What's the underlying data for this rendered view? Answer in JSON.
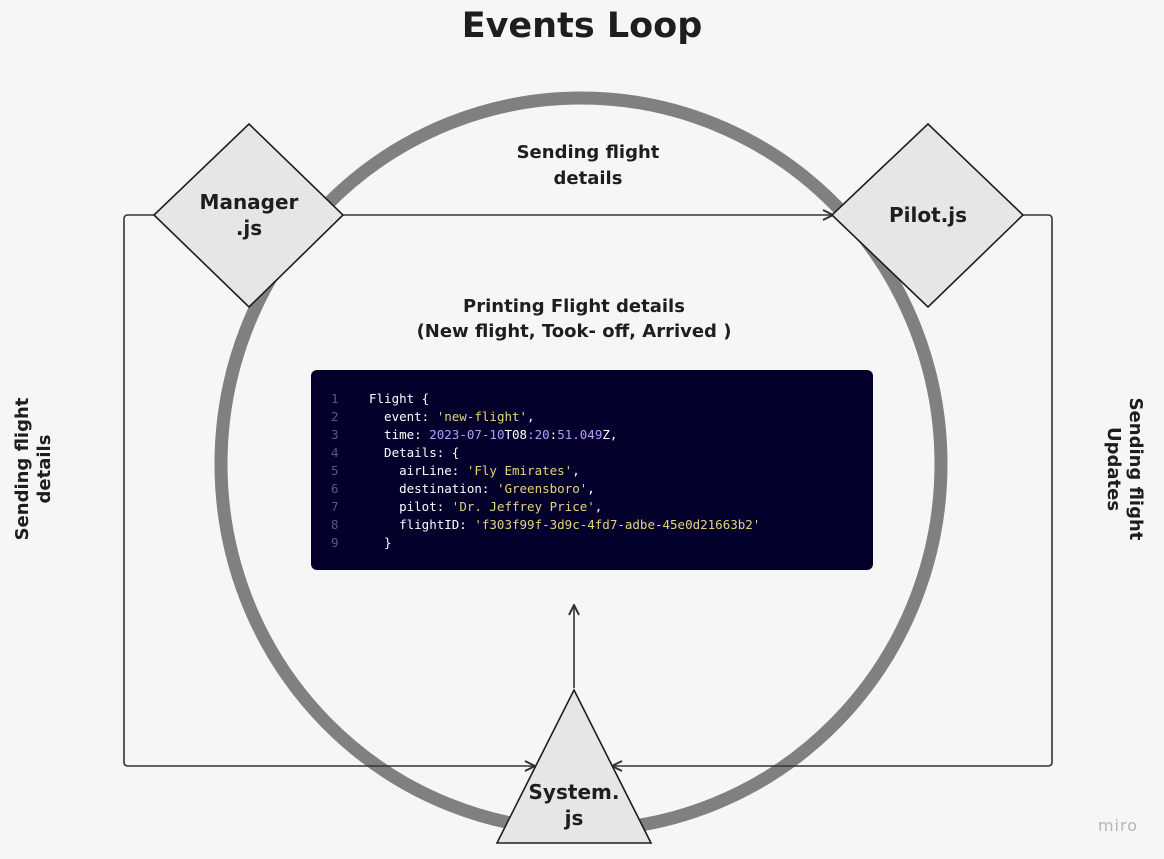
{
  "diagram": {
    "title": "Events Loop",
    "nodes": {
      "manager": {
        "line1": "Manager",
        "line2": ".js"
      },
      "pilot": {
        "line1": "Pilot.js"
      },
      "system": {
        "line1": "System.",
        "line2": "js"
      }
    },
    "edges": {
      "top": {
        "line1": "Sending flight",
        "line2": "details"
      },
      "left": {
        "line1": "Sending flight",
        "line2": "details"
      },
      "right": {
        "line1": "Sending flight",
        "line2": "Updates"
      }
    },
    "center": {
      "line1": "Printing Flight details",
      "line2": "(New flight, Took- off, Arrived )"
    },
    "code": {
      "lines": [
        {
          "n": "1",
          "text": "Flight {"
        },
        {
          "n": "2",
          "key": "  event: ",
          "str": "'new-flight'",
          "tail": ","
        },
        {
          "n": "3",
          "key": "  time: "
        },
        {
          "n": "4",
          "text": "  Details: {"
        },
        {
          "n": "5",
          "key": "    airLine: ",
          "str": "'Fly Emirates'",
          "tail": ","
        },
        {
          "n": "6",
          "key": "    destination: ",
          "str": "'Greensboro'",
          "tail": ","
        },
        {
          "n": "7",
          "key": "    pilot: ",
          "str": "'Dr. Jeffrey Price'",
          "tail": ","
        },
        {
          "n": "8",
          "key": "    flightID: ",
          "str": "'f303f99f-3d9c-4fd7-adbe-45e0d21663b2'"
        },
        {
          "n": "9",
          "text": "  }"
        }
      ],
      "time": {
        "date": "2023-07-10",
        "t": "T",
        "h": "08",
        "c1": ":",
        "m": "20",
        "c2": ":",
        "s": "51.049",
        "z": "Z",
        "tail": ","
      }
    },
    "brand": "miro",
    "colors": {
      "ring": "#808080",
      "shape_fill": "#e6e6e6",
      "code_bg": "#04002c",
      "code_string": "#e6d27a",
      "code_number": "#b89bff"
    }
  }
}
